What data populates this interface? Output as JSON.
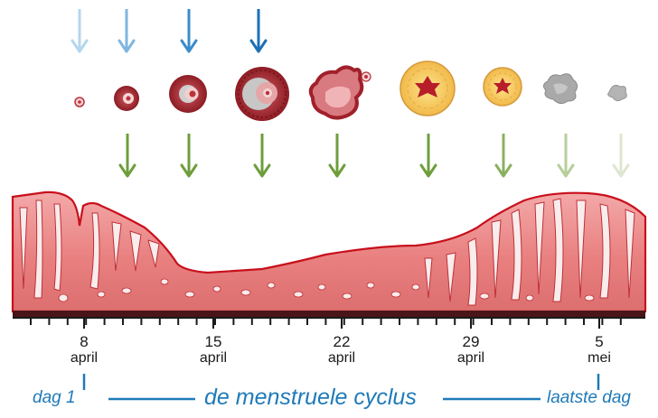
{
  "colors": {
    "hormone_arrow_shades": [
      "#b4d6ef",
      "#7fb6e0",
      "#3b8cca",
      "#1e6fb5"
    ],
    "release_arrow_shades": [
      "#6e9e3c",
      "#6e9e3c",
      "#6e9e3c",
      "#6e9e3c",
      "#6e9e3c",
      "#6e9e3c",
      "#8bb060",
      "#b7cf98",
      "#dde7cf"
    ],
    "lining": "#e98080",
    "lining_outline": "#c8101c",
    "base": "#4a1518",
    "cycle_text": "#1f7ab8"
  },
  "follicle_stages": [
    "tiny-follicle",
    "small-follicle",
    "growing-follicle",
    "mature-follicle",
    "ovulation",
    "corpus-luteum",
    "corpus-luteum-shrinking",
    "corpus-albicans",
    "corpus-albicans-small"
  ],
  "dates": [
    {
      "day": "8",
      "month": "april"
    },
    {
      "day": "15",
      "month": "april"
    },
    {
      "day": "22",
      "month": "april"
    },
    {
      "day": "29",
      "month": "april"
    },
    {
      "day": "5",
      "month": "mei"
    }
  ],
  "cycle": {
    "start_label": "dag 1",
    "title": "de menstruele cyclus",
    "end_label": "laatste dag"
  }
}
